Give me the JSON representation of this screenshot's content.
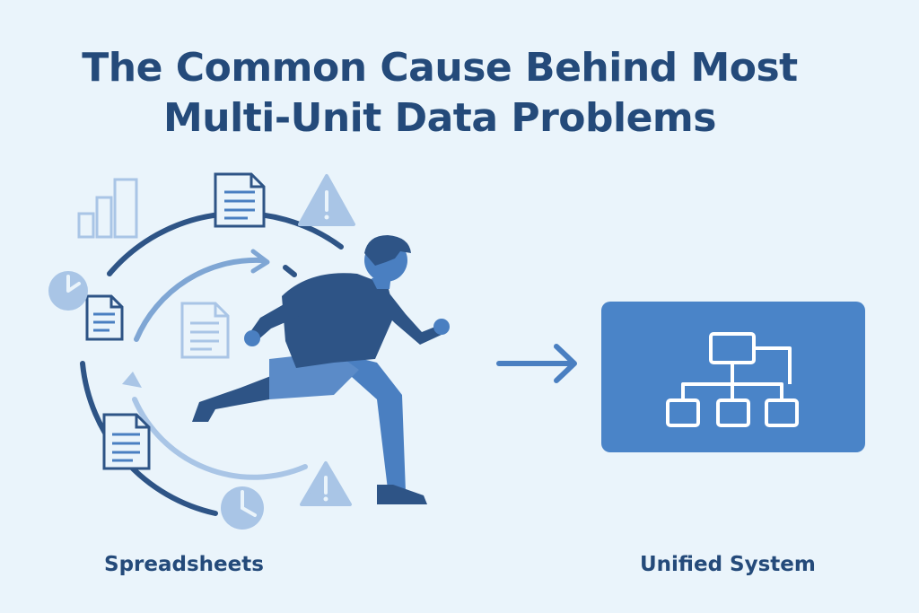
{
  "title": {
    "line1": "The Common Cause Behind Most",
    "line2": "Multi-Unit Data Problems"
  },
  "left_label": "Spreadsheets",
  "right_label": "Unified System",
  "icons": {
    "left_cluster": [
      "bar-chart-icon",
      "document-icon",
      "warning-icon",
      "clock-icon",
      "running-person-icon"
    ],
    "right_panel": "hierarchy-diagram-icon",
    "connector": "arrow-right-icon"
  },
  "colors": {
    "background": "#eaf4fb",
    "title": "#244a7a",
    "dark_blue": "#2e5486",
    "medium_blue": "#4a7fc1",
    "light_blue": "#a9c5e6",
    "panel_blue": "#4a84c8"
  }
}
